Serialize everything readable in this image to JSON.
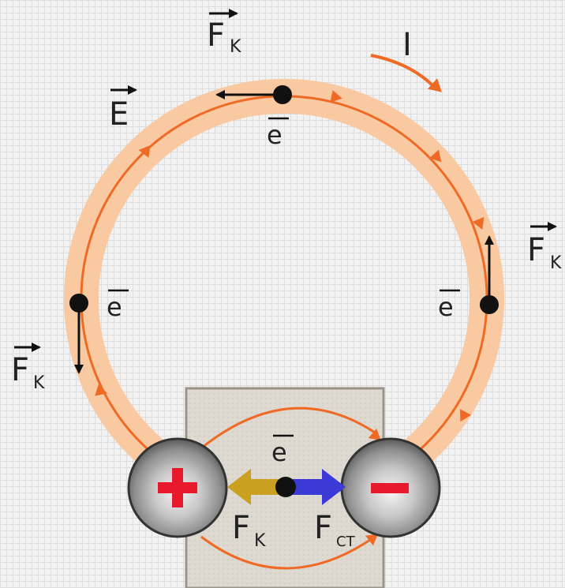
{
  "labels": {
    "force_coulomb": "F",
    "force_coulomb_sub": "K",
    "field": "E",
    "current": "I",
    "electron": "e",
    "force_stranger": "F",
    "force_stranger_sub": "CT",
    "plus_sign": "+",
    "minus_sign": "−"
  },
  "colors": {
    "ring_fill": "#f9c9a2",
    "current_arrow": "#ef6a25",
    "source_box": "#d9d4cc",
    "coulomb_arrow": "#c9a020",
    "stranger_arrow": "#3b3ad6",
    "plus_sign": "#e8192c",
    "minus_sign": "#e8192c"
  }
}
